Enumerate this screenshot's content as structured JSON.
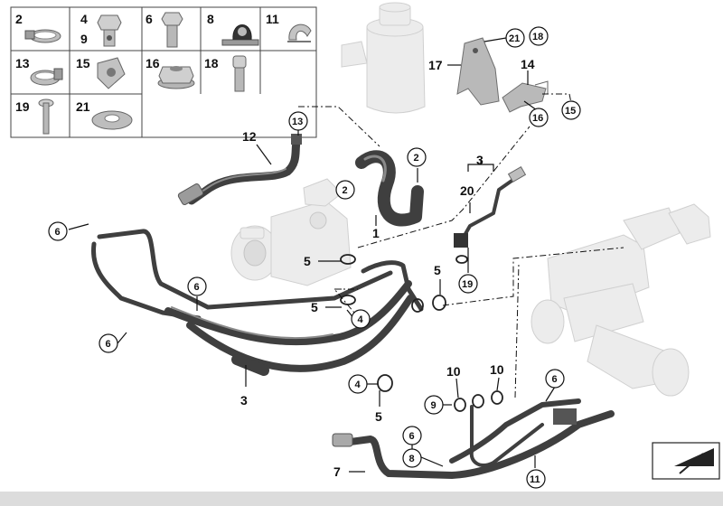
{
  "parts_table": [
    {
      "numbers": "2",
      "icon": "hose-clamp-icon"
    },
    {
      "numbers": "4\n9",
      "icon": "hollow-bolt-icon"
    },
    {
      "numbers": "6",
      "icon": "hex-bolt-icon"
    },
    {
      "numbers": "8",
      "icon": "rubber-mount-clip-icon"
    },
    {
      "numbers": "11",
      "icon": "spring-clip-icon"
    },
    {
      "numbers": "13",
      "icon": "hose-clamp-icon"
    },
    {
      "numbers": "15",
      "icon": "clip-nut-icon"
    },
    {
      "numbers": "16",
      "icon": "flange-nut-icon"
    },
    {
      "numbers": "18",
      "icon": "socket-screw-icon"
    },
    {
      "numbers": "19",
      "icon": "bolt-icon"
    },
    {
      "numbers": "21",
      "icon": "washer-icon"
    }
  ],
  "callouts": {
    "c1": "1",
    "c2a": "2",
    "c2b": "2",
    "c3a": "3",
    "c3b": "3",
    "c4a": "4",
    "c4b": "4",
    "c5a": "5",
    "c5b": "5",
    "c5c": "5",
    "c5d": "5",
    "c6a": "6",
    "c6b": "6",
    "c6c": "6",
    "c6d": "6",
    "c6e": "6",
    "c7": "7",
    "c8": "8",
    "c9": "9",
    "c10a": "10",
    "c10b": "10",
    "c11": "11",
    "c12": "12",
    "c13": "13",
    "c14": "14",
    "c15": "15",
    "c16": "16",
    "c17": "17",
    "c18": "18",
    "c19": "19",
    "c20": "20",
    "c21": "21"
  },
  "icons": {
    "reservoir": "reservoir-icon",
    "pump": "power-steering-pump-icon",
    "gear": "steering-gear-icon",
    "corner": "folded-corner-icon"
  }
}
